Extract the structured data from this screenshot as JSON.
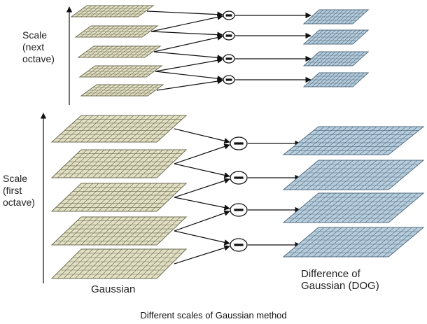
{
  "upper_octave": {
    "axis_label": [
      "Scale",
      "(next",
      "octave)"
    ]
  },
  "lower_octave": {
    "axis_label": [
      "Scale",
      "(first",
      "octave)"
    ]
  },
  "column_labels": {
    "gaussian": "Gaussian",
    "dog": [
      "Difference of",
      "Gaussian (DOG)"
    ]
  },
  "operator_symbol": "−",
  "caption": "Different scales of Gaussian method",
  "colors": {
    "gaussian_fill": "#e2e0c4",
    "gaussian_grid": "#6e6b50",
    "dog_fill": "#b9cedd",
    "dog_grid": "#4e6a80",
    "line": "#111111"
  }
}
